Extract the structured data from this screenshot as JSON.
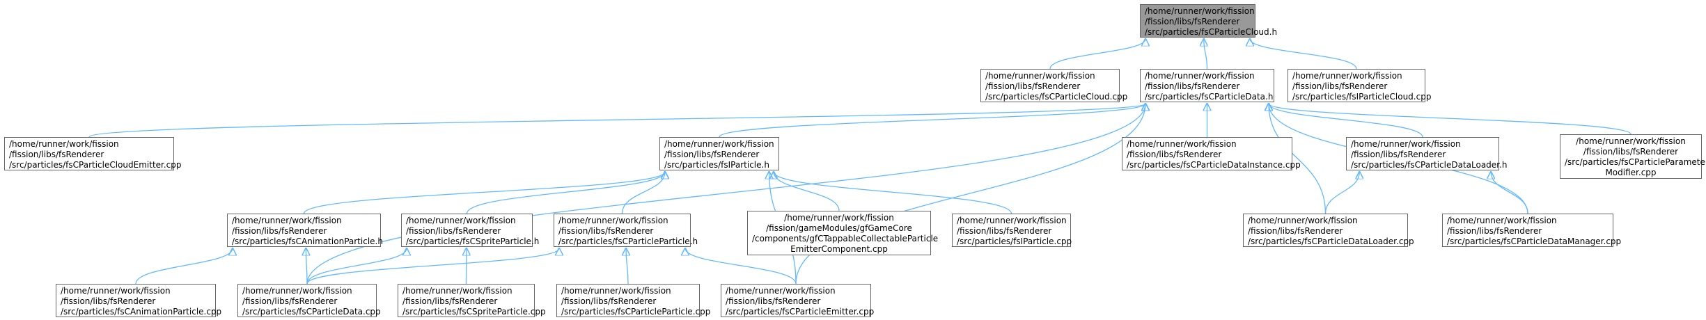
{
  "colors": {
    "edge": "#63b8ff",
    "node_border": "#666666",
    "root_fill": "#999999",
    "node_fill": "#ffffff"
  },
  "nodes": {
    "root": [
      "/home/runner/work/fission",
      "/fission/libs/fsRenderer",
      "/src/particles/fsCParticleCloud.h"
    ],
    "cloud_cpp": [
      "/home/runner/work/fission",
      "/fission/libs/fsRenderer",
      "/src/particles/fsCParticleCloud.cpp"
    ],
    "data_h": [
      "/home/runner/work/fission",
      "/fission/libs/fsRenderer",
      "/src/particles/fsCParticleData.h"
    ],
    "icloud_cpp": [
      "/home/runner/work/fission",
      "/fission/libs/fsRenderer",
      "/src/particles/fsIParticleCloud.cpp"
    ],
    "cloud_emitter_cpp": [
      "/home/runner/work/fission",
      "/fission/libs/fsRenderer",
      "/src/particles/fsCParticleCloudEmitter.cpp"
    ],
    "iparticle_h": [
      "/home/runner/work/fission",
      "/fission/libs/fsRenderer",
      "/src/particles/fsIParticle.h"
    ],
    "data_instance_cpp": [
      "/home/runner/work/fission",
      "/fission/libs/fsRenderer",
      "/src/particles/fsCParticleDataInstance.cpp"
    ],
    "data_loader_h": [
      "/home/runner/work/fission",
      "/fission/libs/fsRenderer",
      "/src/particles/fsCParticleDataLoader.h"
    ],
    "param_modifier_cpp": [
      "/home/runner/work/fission",
      "/fission/libs/fsRenderer",
      "/src/particles/fsCParticleParameter",
      "Modifier.cpp"
    ],
    "anim_particle_h": [
      "/home/runner/work/fission",
      "/fission/libs/fsRenderer",
      "/src/particles/fsCAnimationParticle.h"
    ],
    "sprite_particle_h": [
      "/home/runner/work/fission",
      "/fission/libs/fsRenderer",
      "/src/particles/fsCSpriteParticle.h"
    ],
    "cparticle_h": [
      "/home/runner/work/fission",
      "/fission/libs/fsRenderer",
      "/src/particles/fsCParticleParticle.h"
    ],
    "tappable_cpp": [
      "/home/runner/work/fission",
      "/fission/gameModules/gfGameCore",
      "/components/gfCTappableCollectableParticle",
      "EmitterComponent.cpp"
    ],
    "iparticle_cpp": [
      "/home/runner/work/fission",
      "/fission/libs/fsRenderer",
      "/src/particles/fsIParticle.cpp"
    ],
    "data_loader_cpp": [
      "/home/runner/work/fission",
      "/fission/libs/fsRenderer",
      "/src/particles/fsCParticleDataLoader.cpp"
    ],
    "data_manager_cpp": [
      "/home/runner/work/fission",
      "/fission/libs/fsRenderer",
      "/src/particles/fsCParticleDataManager.cpp"
    ],
    "anim_particle_cpp": [
      "/home/runner/work/fission",
      "/fission/libs/fsRenderer",
      "/src/particles/fsCAnimationParticle.cpp"
    ],
    "data_cpp": [
      "/home/runner/work/fission",
      "/fission/libs/fsRenderer",
      "/src/particles/fsCParticleData.cpp"
    ],
    "sprite_particle_cpp": [
      "/home/runner/work/fission",
      "/fission/libs/fsRenderer",
      "/src/particles/fsCSpriteParticle.cpp"
    ],
    "cparticle_cpp": [
      "/home/runner/work/fission",
      "/fission/libs/fsRenderer",
      "/src/particles/fsCParticleParticle.cpp"
    ],
    "emitter_cpp": [
      "/home/runner/work/fission",
      "/fission/libs/fsRenderer",
      "/src/particles/fsCParticleEmitter.cpp"
    ]
  },
  "edges": [
    [
      "root",
      "cloud_cpp"
    ],
    [
      "root",
      "data_h"
    ],
    [
      "root",
      "icloud_cpp"
    ],
    [
      "data_h",
      "cloud_emitter_cpp"
    ],
    [
      "data_h",
      "iparticle_h"
    ],
    [
      "data_h",
      "data_instance_cpp"
    ],
    [
      "data_h",
      "data_loader_h"
    ],
    [
      "data_h",
      "param_modifier_cpp"
    ],
    [
      "data_h",
      "data_loader_cpp"
    ],
    [
      "data_h",
      "data_manager_cpp"
    ],
    [
      "data_h",
      "data_cpp"
    ],
    [
      "data_h",
      "emitter_cpp"
    ],
    [
      "iparticle_h",
      "anim_particle_h"
    ],
    [
      "iparticle_h",
      "sprite_particle_h"
    ],
    [
      "iparticle_h",
      "cparticle_h"
    ],
    [
      "iparticle_h",
      "tappable_cpp"
    ],
    [
      "iparticle_h",
      "iparticle_cpp"
    ],
    [
      "iparticle_h",
      "emitter_cpp"
    ],
    [
      "data_loader_h",
      "data_loader_cpp"
    ],
    [
      "data_loader_h",
      "data_manager_cpp"
    ],
    [
      "anim_particle_h",
      "anim_particle_cpp"
    ],
    [
      "anim_particle_h",
      "data_cpp"
    ],
    [
      "sprite_particle_h",
      "data_cpp"
    ],
    [
      "sprite_particle_h",
      "sprite_particle_cpp"
    ],
    [
      "cparticle_h",
      "data_cpp"
    ],
    [
      "cparticle_h",
      "cparticle_cpp"
    ],
    [
      "cparticle_h",
      "emitter_cpp"
    ]
  ]
}
